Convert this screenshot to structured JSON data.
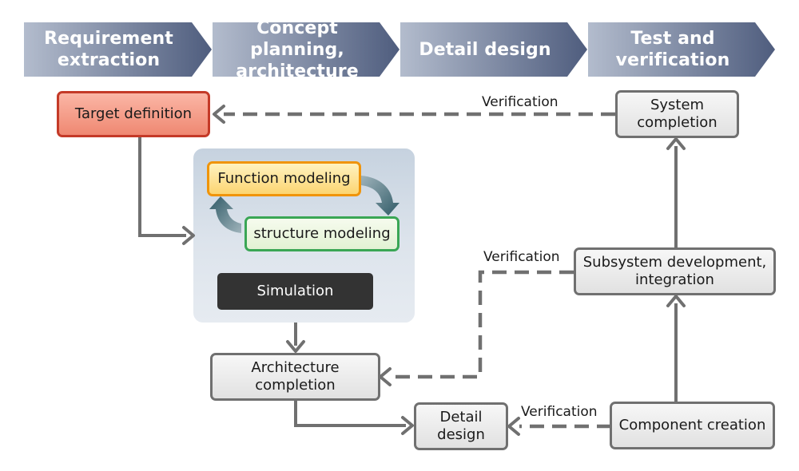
{
  "phases": [
    {
      "label": "Requirement\nextraction"
    },
    {
      "label": "Concept planning,\narchitecture"
    },
    {
      "label": "Detail design"
    },
    {
      "label": "Test and\nverification"
    }
  ],
  "nodes": {
    "target_definition": "Target definition",
    "function_modeling": "Function modeling",
    "structure_modeling": "structure modeling",
    "simulation": "Simulation",
    "architecture_completion": "Architecture\ncompletion",
    "detail_design": "Detail\ndesign",
    "component_creation": "Component creation",
    "subsystem_integration": "Subsystem development,\nintegration",
    "system_completion": "System\ncompletion"
  },
  "edge_labels": {
    "verification_top": "Verification",
    "verification_middle": "Verification",
    "verification_bottom": "Verification"
  },
  "colors": {
    "arrow": "#707070",
    "target_border": "#c43a28",
    "function_border": "#f0940a",
    "structure_border": "#3aa655",
    "simulation_fill": "#333333",
    "cycle_arrow": "#2f5a66"
  }
}
